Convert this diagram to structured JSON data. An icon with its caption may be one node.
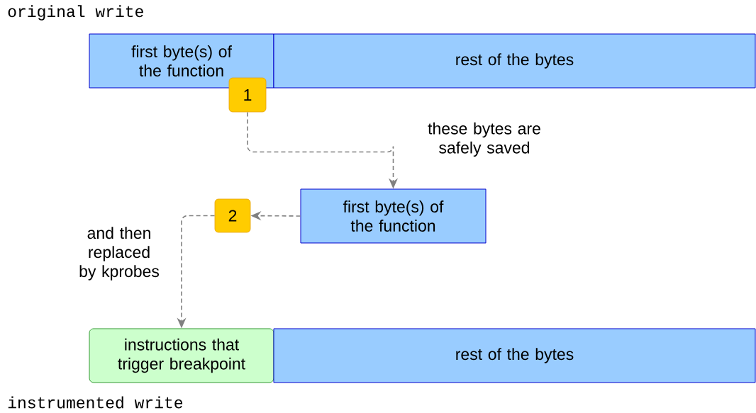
{
  "diagram": {
    "nodes": [
      {
        "text": [
          "first byte(s) of the function"
        ]
      },
      {
        "text": [
          "rest of the bytes"
        ]
      },
      {
        "text": [
          "1"
        ]
      },
      {
        "text": [
          "first byte(s) of the function"
        ]
      },
      {
        "text": [
          "2"
        ]
      },
      {
        "text": [
          "instructions that trigger breakpoint"
        ]
      },
      {
        "text": [
          "rest of the bytes"
        ]
      }
    ],
    "edges": [
      {
        "from": 2,
        "to": 3,
        "arrow": "to",
        "style": "dashed"
      },
      {
        "from": 3,
        "to": 4,
        "arrow": "to",
        "style": "dashed"
      },
      {
        "from": 4,
        "to": 5,
        "arrow": "to",
        "style": "dashed"
      }
    ],
    "labels": [
      "original write",
      "these bytes are safely saved",
      "and then replaced by kprobes",
      "instrumented write"
    ]
  }
}
